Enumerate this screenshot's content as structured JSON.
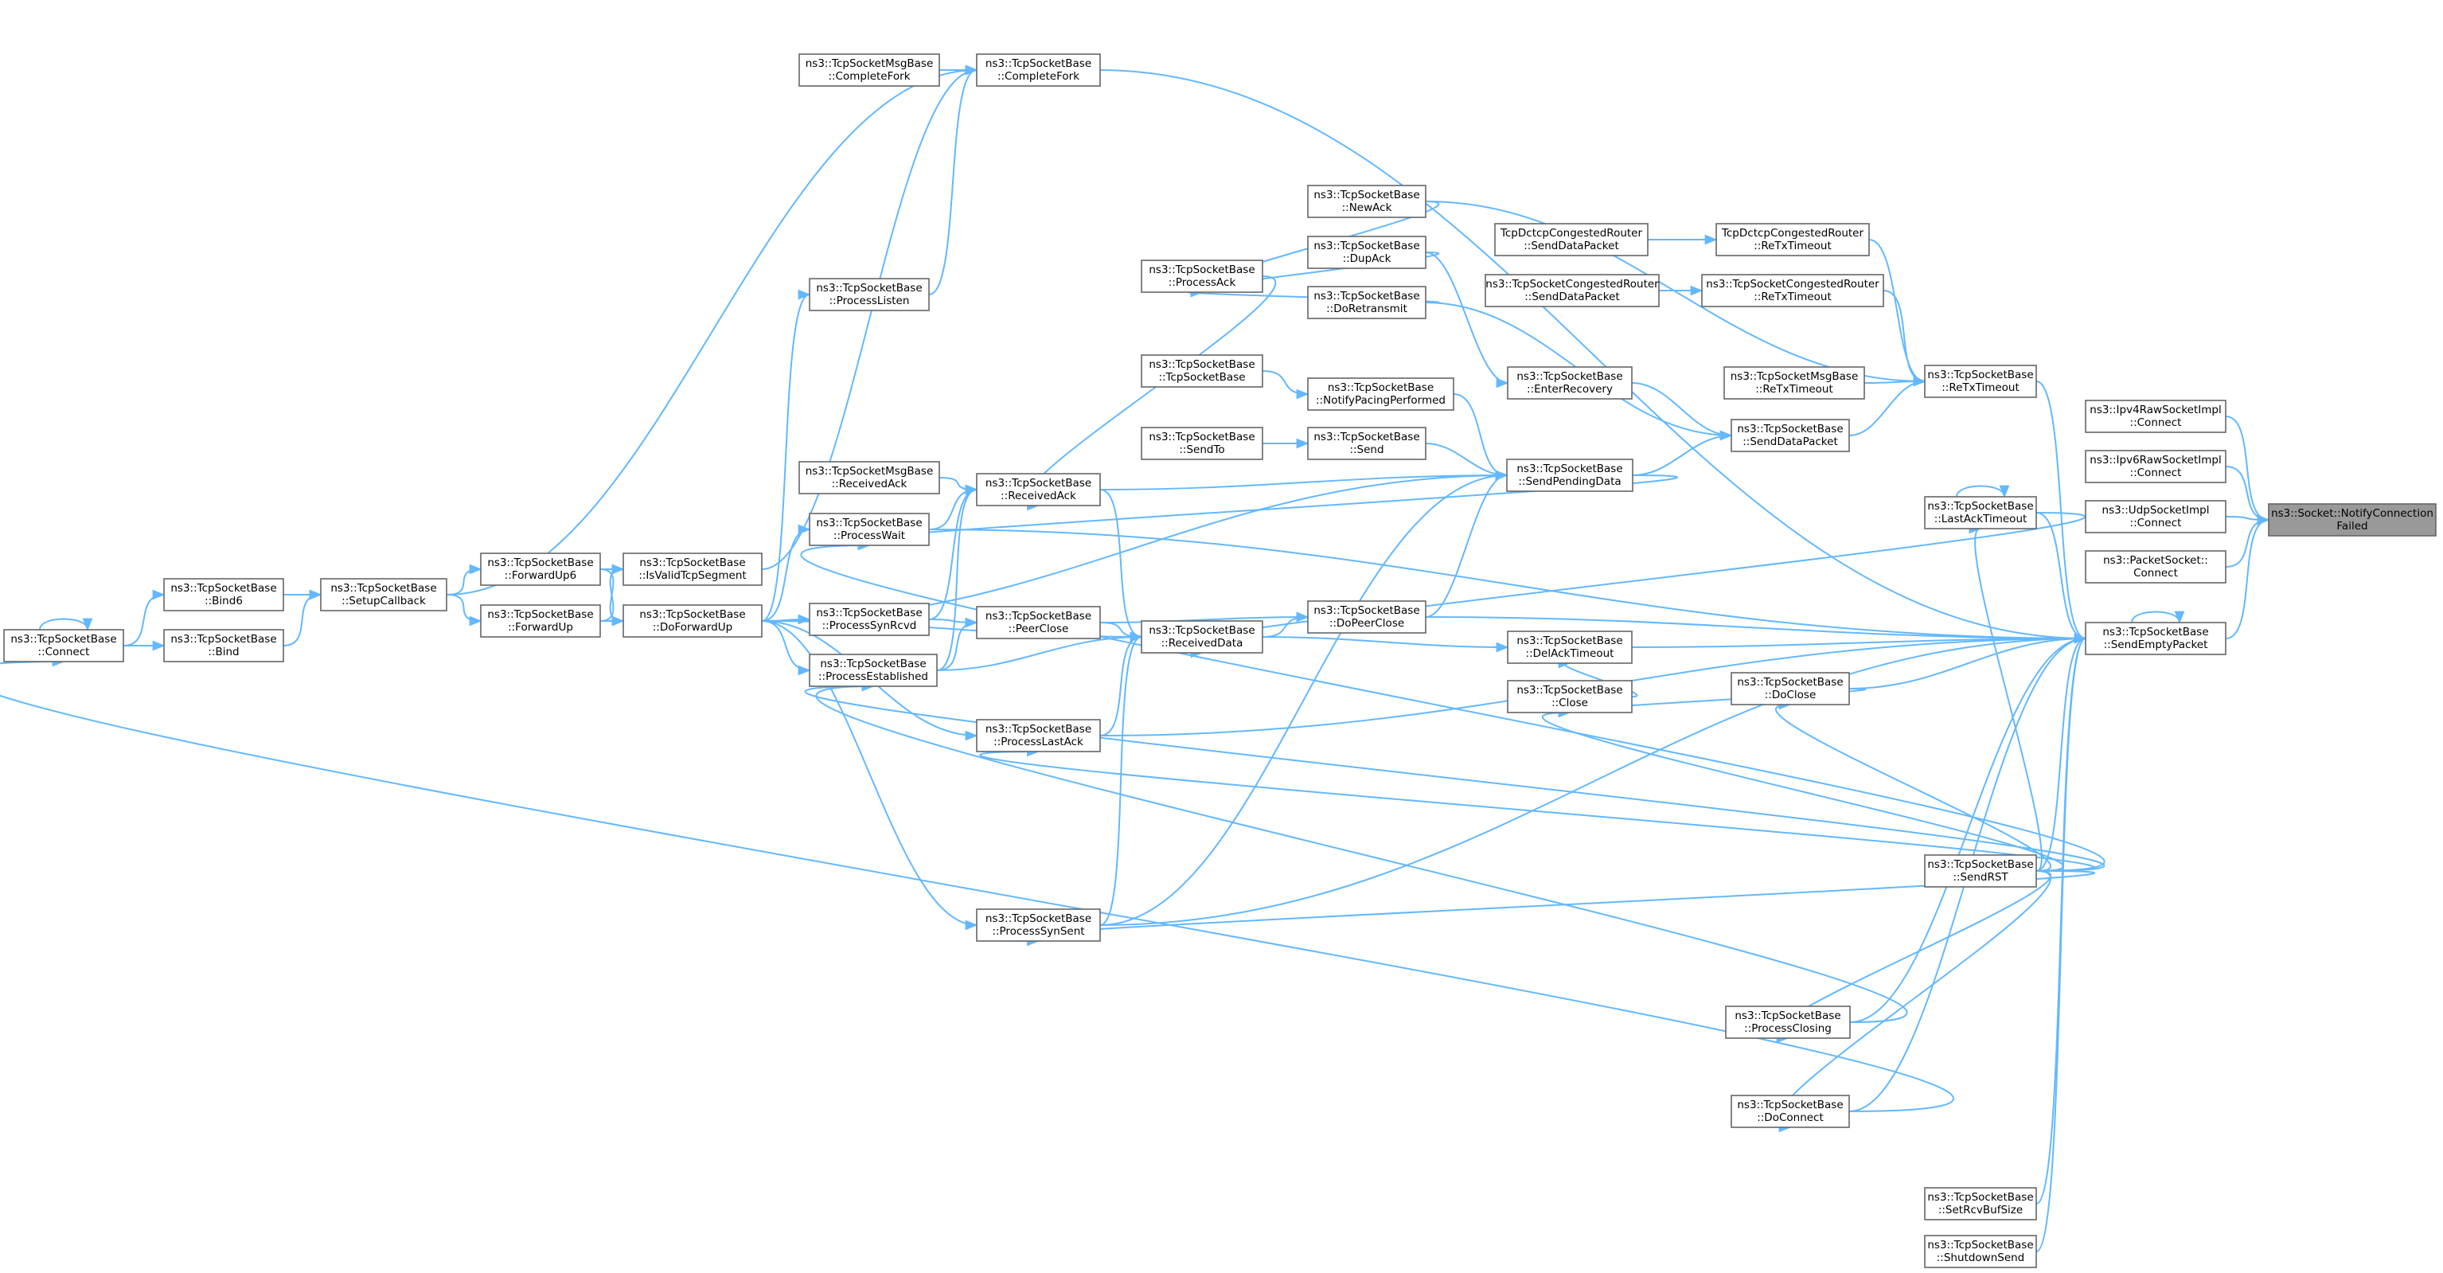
{
  "colors": {
    "edge": "#63b8ff",
    "node_border": "#666666",
    "root_fill": "#999999",
    "node_fill": "#ffffff"
  },
  "nodes": [
    {
      "id": "notify",
      "root": true,
      "lines": [
        "ns3::Socket::NotifyConnection",
        "Failed"
      ]
    },
    {
      "id": "ipv4raw",
      "lines": [
        "ns3::Ipv4RawSocketImpl",
        "::Connect"
      ]
    },
    {
      "id": "ipv6raw",
      "lines": [
        "ns3::Ipv6RawSocketImpl",
        "::Connect"
      ]
    },
    {
      "id": "udp",
      "lines": [
        "ns3::UdpSocketImpl",
        "::Connect"
      ]
    },
    {
      "id": "packet",
      "lines": [
        "ns3::PacketSocket::",
        "Connect"
      ]
    },
    {
      "id": "sendempty",
      "lines": [
        "ns3::TcpSocketBase",
        "::SendEmptyPacket"
      ]
    },
    {
      "id": "retx",
      "lines": [
        "ns3::TcpSocketBase",
        "::ReTxTimeout"
      ]
    },
    {
      "id": "lastacktimeout",
      "lines": [
        "ns3::TcpSocketBase",
        "::LastAckTimeout"
      ]
    },
    {
      "id": "sendrst",
      "lines": [
        "ns3::TcpSocketBase",
        "::SendRST"
      ]
    },
    {
      "id": "setrcvbuf",
      "lines": [
        "ns3::TcpSocketBase",
        "::SetRcvBufSize"
      ]
    },
    {
      "id": "shutdownsend",
      "lines": [
        "ns3::TcpSocketBase",
        "::ShutdownSend"
      ]
    },
    {
      "id": "dctcpsend",
      "lines": [
        "TcpDctcpCongestedRouter",
        "::SendDataPacket"
      ]
    },
    {
      "id": "dctcpretx",
      "lines": [
        "TcpDctcpCongestedRouter",
        "::ReTxTimeout"
      ]
    },
    {
      "id": "congsend",
      "lines": [
        "ns3::TcpSocketCongestedRouter",
        "::SendDataPacket"
      ]
    },
    {
      "id": "congretx",
      "lines": [
        "ns3::TcpSocketCongestedRouter",
        "::ReTxTimeout"
      ]
    },
    {
      "id": "enterrecovery",
      "lines": [
        "ns3::TcpSocketBase",
        "::EnterRecovery"
      ]
    },
    {
      "id": "msgretx",
      "lines": [
        "ns3::TcpSocketMsgBase",
        "::ReTxTimeout"
      ]
    },
    {
      "id": "senddatapacket",
      "lines": [
        "ns3::TcpSocketBase",
        "::SendDataPacket"
      ]
    },
    {
      "id": "sendpending",
      "lines": [
        "ns3::TcpSocketBase",
        "::SendPendingData"
      ]
    },
    {
      "id": "delack",
      "lines": [
        "ns3::TcpSocketBase",
        "::DelAckTimeout"
      ]
    },
    {
      "id": "close",
      "lines": [
        "ns3::TcpSocketBase",
        "::Close"
      ]
    },
    {
      "id": "doclose",
      "lines": [
        "ns3::TcpSocketBase",
        "::DoClose"
      ]
    },
    {
      "id": "processclosing",
      "lines": [
        "ns3::TcpSocketBase",
        "::ProcessClosing"
      ]
    },
    {
      "id": "doconnect",
      "lines": [
        "ns3::TcpSocketBase",
        "::DoConnect"
      ]
    },
    {
      "id": "newack",
      "lines": [
        "ns3::TcpSocketBase",
        "::NewAck"
      ]
    },
    {
      "id": "dupack",
      "lines": [
        "ns3::TcpSocketBase",
        "::DupAck"
      ]
    },
    {
      "id": "doretransmit",
      "lines": [
        "ns3::TcpSocketBase",
        "::DoRetransmit"
      ]
    },
    {
      "id": "processack",
      "lines": [
        "ns3::TcpSocketBase",
        "::ProcessAck"
      ]
    },
    {
      "id": "tcpsocketbase",
      "lines": [
        "ns3::TcpSocketBase",
        "::TcpSocketBase"
      ]
    },
    {
      "id": "notifypacing",
      "lines": [
        "ns3::TcpSocketBase",
        "::NotifyPacingPerformed"
      ]
    },
    {
      "id": "sendto",
      "lines": [
        "ns3::TcpSocketBase",
        "::SendTo"
      ]
    },
    {
      "id": "send",
      "lines": [
        "ns3::TcpSocketBase",
        "::Send"
      ]
    },
    {
      "id": "doPeerClose",
      "lines": [
        "ns3::TcpSocketBase",
        "::DoPeerClose"
      ]
    },
    {
      "id": "receiveddata",
      "lines": [
        "ns3::TcpSocketBase",
        "::ReceivedData"
      ]
    },
    {
      "id": "receivedack",
      "lines": [
        "ns3::TcpSocketBase",
        "::ReceivedAck"
      ]
    },
    {
      "id": "peerclose",
      "lines": [
        "ns3::TcpSocketBase",
        "::PeerClose"
      ]
    },
    {
      "id": "processlastack",
      "lines": [
        "ns3::TcpSocketBase",
        "::ProcessLastAck"
      ]
    },
    {
      "id": "processsynsent",
      "lines": [
        "ns3::TcpSocketBase",
        "::ProcessSynSent"
      ]
    },
    {
      "id": "completefork",
      "lines": [
        "ns3::TcpSocketBase",
        "::CompleteFork"
      ]
    },
    {
      "id": "msgcompletefork",
      "lines": [
        "ns3::TcpSocketMsgBase",
        "::CompleteFork"
      ]
    },
    {
      "id": "processlisten",
      "lines": [
        "ns3::TcpSocketBase",
        "::ProcessListen"
      ]
    },
    {
      "id": "msgreceivedack",
      "lines": [
        "ns3::TcpSocketMsgBase",
        "::ReceivedAck"
      ]
    },
    {
      "id": "processwait",
      "lines": [
        "ns3::TcpSocketBase",
        "::ProcessWait"
      ]
    },
    {
      "id": "processsynrcvd",
      "lines": [
        "ns3::TcpSocketBase",
        "::ProcessSynRcvd"
      ]
    },
    {
      "id": "processestablished",
      "lines": [
        "ns3::TcpSocketBase",
        "::ProcessEstablished"
      ]
    },
    {
      "id": "isvalid",
      "lines": [
        "ns3::TcpSocketBase",
        "::IsValidTcpSegment"
      ]
    },
    {
      "id": "doforwardup",
      "lines": [
        "ns3::TcpSocketBase",
        "::DoForwardUp"
      ]
    },
    {
      "id": "forwardup6",
      "lines": [
        "ns3::TcpSocketBase",
        "::ForwardUp6"
      ]
    },
    {
      "id": "forwardup",
      "lines": [
        "ns3::TcpSocketBase",
        "::ForwardUp"
      ]
    },
    {
      "id": "setupcallback",
      "lines": [
        "ns3::TcpSocketBase",
        "::SetupCallback"
      ]
    },
    {
      "id": "bind6",
      "lines": [
        "ns3::TcpSocketBase",
        "::Bind6"
      ]
    },
    {
      "id": "bind",
      "lines": [
        "ns3::TcpSocketBase",
        "::Bind"
      ]
    },
    {
      "id": "connect",
      "lines": [
        "ns3::TcpSocketBase",
        "::Connect"
      ]
    }
  ]
}
